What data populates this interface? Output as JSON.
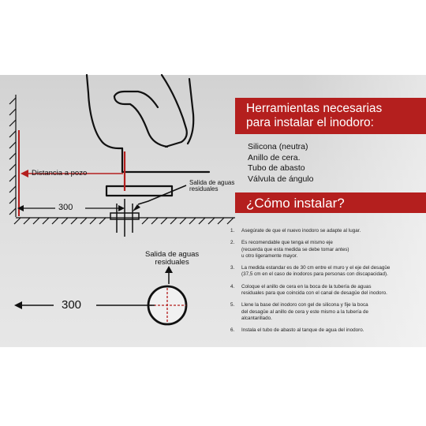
{
  "diagram": {
    "top_view": {
      "distance_label": "Distancia a pozo",
      "drain_label_line1": "Salida de aguas",
      "drain_label_line2": "residuales",
      "dimension_label": "300"
    },
    "floor_plan": {
      "drain_label_line1": "Salida de aguas",
      "drain_label_line2": "residuales",
      "dimension_label": "300"
    }
  },
  "tools_section": {
    "title_line1": "Herramientas necesarias",
    "title_line2": "para instalar el inodoro:",
    "items": [
      "Silicona (neutra)",
      "Anillo de cera.",
      "Tubo de abasto",
      "Válvula de ángulo"
    ]
  },
  "install_section": {
    "title": "¿Cómo instalar?",
    "steps": [
      {
        "number": "1.",
        "lines": [
          "Asegúrate de que el nuevo inodoro se adapte al lugar."
        ]
      },
      {
        "number": "2.",
        "lines": [
          "Es recomendable que tenga el mismo eje",
          "(recuerda que esta medida se debe tomar antes)",
          "u otro ligeramente mayor."
        ]
      },
      {
        "number": "3.",
        "lines": [
          "La medida estandar es de 30 cm entre el muro y el eje del desagüe",
          "(37,5 cm en el caso de inodoros para personas con discapacidad)."
        ]
      },
      {
        "number": "4.",
        "lines": [
          "Coloque el anillo de cera en la boca de la tubería de aguas",
          "residuales para que coincida con el canal de desagüe del inodoro."
        ]
      },
      {
        "number": "5.",
        "lines": [
          "Llene la base del inodoro con gel de silicona y fije la boca",
          "del desagüe al anillo de cera y este mismo a la tubería de",
          "alcantarillado."
        ]
      },
      {
        "number": "6.",
        "lines": [
          "Instala el tubo de abasto al tanque de agua del inodoro."
        ]
      }
    ]
  },
  "colors": {
    "accent_red": "#b41f1e",
    "line": "#111111"
  }
}
